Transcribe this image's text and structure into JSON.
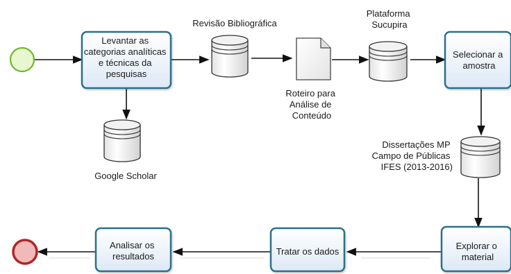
{
  "events": {
    "start": {
      "kind": "start-event"
    },
    "end": {
      "kind": "end-event"
    }
  },
  "tasks": {
    "levantar": {
      "lines": [
        "Levantar as",
        "categorias analíticas",
        "e técnicas da",
        "pesquisas"
      ]
    },
    "selecionar": {
      "lines": [
        "Selecionar a",
        "amostra"
      ]
    },
    "explorar": {
      "lines": [
        "Explorar o",
        "material"
      ]
    },
    "tratar": {
      "lines": [
        "Tratar os dados"
      ]
    },
    "analisar": {
      "lines": [
        "Analisar os",
        "resultados"
      ]
    }
  },
  "datastores": {
    "revisao": {
      "lines": [
        "Revisão Bibliográfica"
      ]
    },
    "plataforma": {
      "lines": [
        "Plataforma",
        "Sucupira"
      ]
    },
    "google": {
      "lines": [
        "Google Scholar"
      ]
    },
    "dissertacoes": {
      "lines": [
        "Dissertações MP",
        "Campo de Públicas",
        "IFES (2013-2016)"
      ]
    }
  },
  "documents": {
    "roteiro": {
      "lines": [
        "Roteiro para",
        "Análise de",
        "Conteúdo"
      ]
    }
  },
  "colors": {
    "task_border": "#2a6f8a",
    "task_fill_top": "#ffffff",
    "task_fill_bottom": "#dde9f6",
    "start_stroke": "#6fb82a",
    "start_fill": "#e8f7cf",
    "end_stroke": "#b0262a",
    "end_fill": "#f2b9b9",
    "connector": "#111111"
  }
}
